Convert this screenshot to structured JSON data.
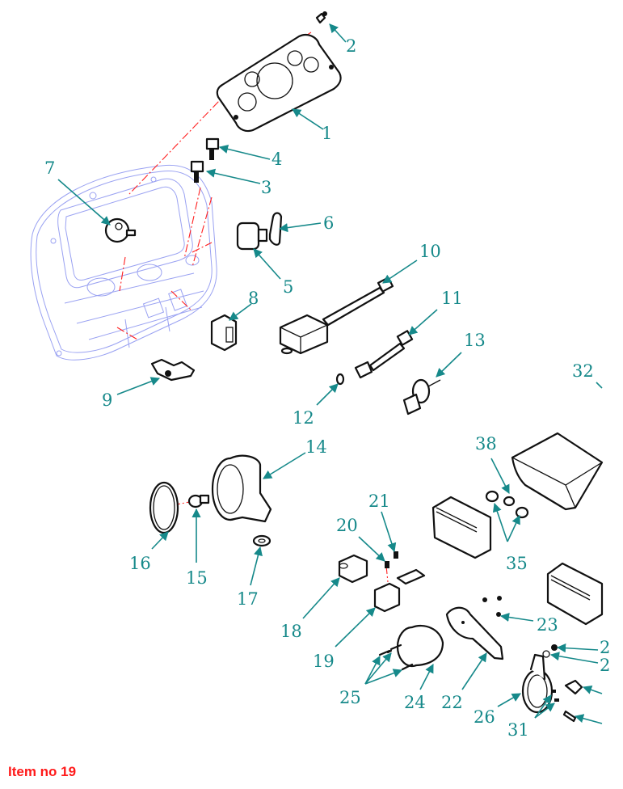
{
  "diagram": {
    "title": "Exploded view — dashboard & electrical components",
    "colors": {
      "callout": "#16898a",
      "centerline": "#ff2020",
      "housing": "#9aa2f2",
      "caption": "#ff1a1a"
    },
    "callouts": [
      {
        "id": "1",
        "label": "1"
      },
      {
        "id": "2",
        "label": "2"
      },
      {
        "id": "3",
        "label": "3"
      },
      {
        "id": "4",
        "label": "4"
      },
      {
        "id": "5",
        "label": "5"
      },
      {
        "id": "6",
        "label": "6"
      },
      {
        "id": "7",
        "label": "7"
      },
      {
        "id": "8",
        "label": "8"
      },
      {
        "id": "9",
        "label": "9"
      },
      {
        "id": "10",
        "label": "10"
      },
      {
        "id": "11",
        "label": "11"
      },
      {
        "id": "12",
        "label": "12"
      },
      {
        "id": "13",
        "label": "13"
      },
      {
        "id": "14",
        "label": "14"
      },
      {
        "id": "15",
        "label": "15"
      },
      {
        "id": "16",
        "label": "16"
      },
      {
        "id": "17",
        "label": "17"
      },
      {
        "id": "18",
        "label": "18"
      },
      {
        "id": "19",
        "label": "19"
      },
      {
        "id": "20",
        "label": "20"
      },
      {
        "id": "21",
        "label": "21"
      },
      {
        "id": "22",
        "label": "22"
      },
      {
        "id": "23",
        "label": "23"
      },
      {
        "id": "24",
        "label": "24"
      },
      {
        "id": "25",
        "label": "25"
      },
      {
        "id": "26",
        "label": "26"
      },
      {
        "id": "31",
        "label": "31"
      },
      {
        "id": "32",
        "label": "32"
      },
      {
        "id": "35",
        "label": "35"
      },
      {
        "id": "38",
        "label": "38"
      },
      {
        "id": "27",
        "label": "2"
      },
      {
        "id": "28",
        "label": "2"
      }
    ]
  },
  "caption": {
    "text": "Item no 19",
    "color": "#ff1a1a"
  }
}
